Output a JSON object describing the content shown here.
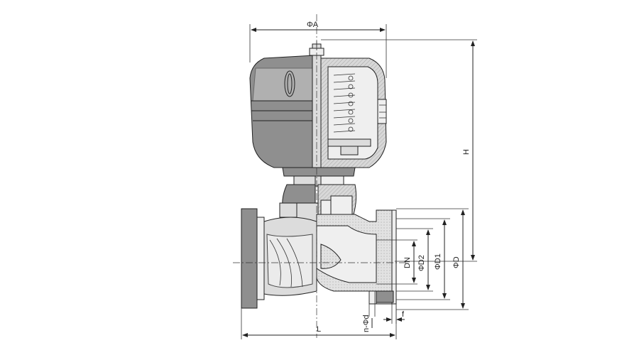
{
  "diagram": {
    "labels": {
      "top_width": "ΦA",
      "height": "H",
      "length": "L",
      "dn": "DN",
      "d2": "ΦD2",
      "d1": "ΦD1",
      "d": "ΦD",
      "bolt_holes": "n-Φd",
      "flange_face": "f"
    }
  }
}
